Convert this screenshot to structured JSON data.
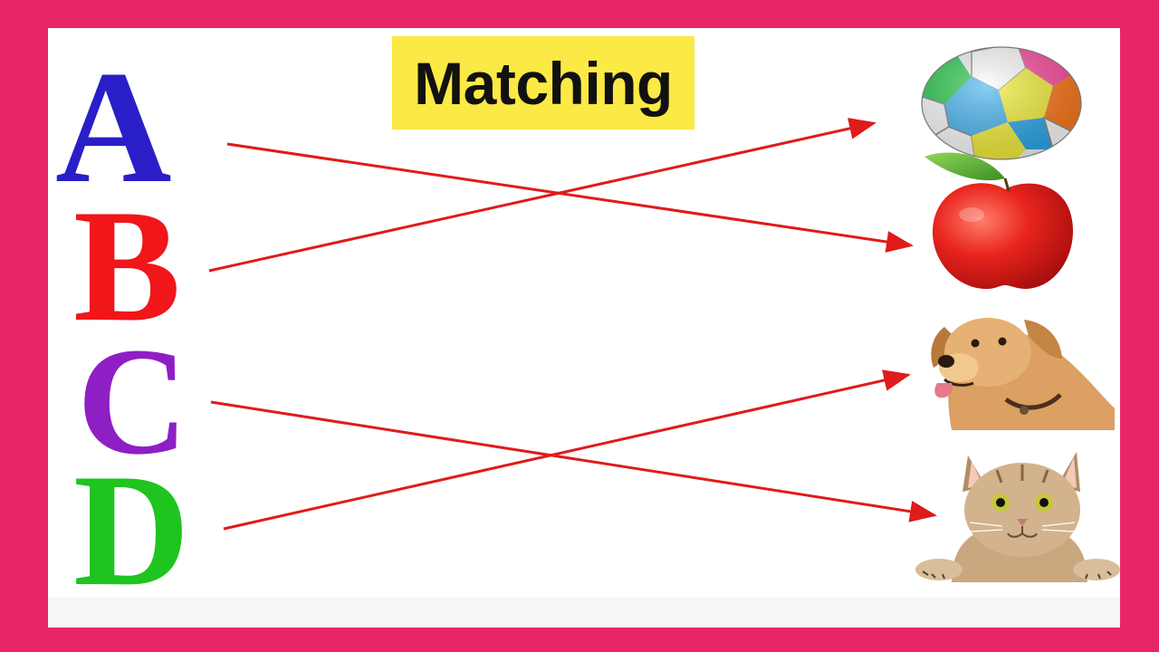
{
  "title": "Matching",
  "colors": {
    "frame": "#e82565",
    "title_highlight": "#fbe945",
    "arrow": "#e01b1b"
  },
  "letters": [
    {
      "text": "A",
      "color": "#2a1fc7"
    },
    {
      "text": "B",
      "color": "#f0161a"
    },
    {
      "text": "C",
      "color": "#8e1fc4"
    },
    {
      "text": "D",
      "color": "#1fc41f"
    }
  ],
  "pictures": [
    "ball",
    "apple",
    "dog",
    "cat"
  ],
  "matches": [
    {
      "letter": "A",
      "picture": "apple"
    },
    {
      "letter": "B",
      "picture": "ball"
    },
    {
      "letter": "C",
      "picture": "cat"
    },
    {
      "letter": "D",
      "picture": "dog"
    }
  ]
}
